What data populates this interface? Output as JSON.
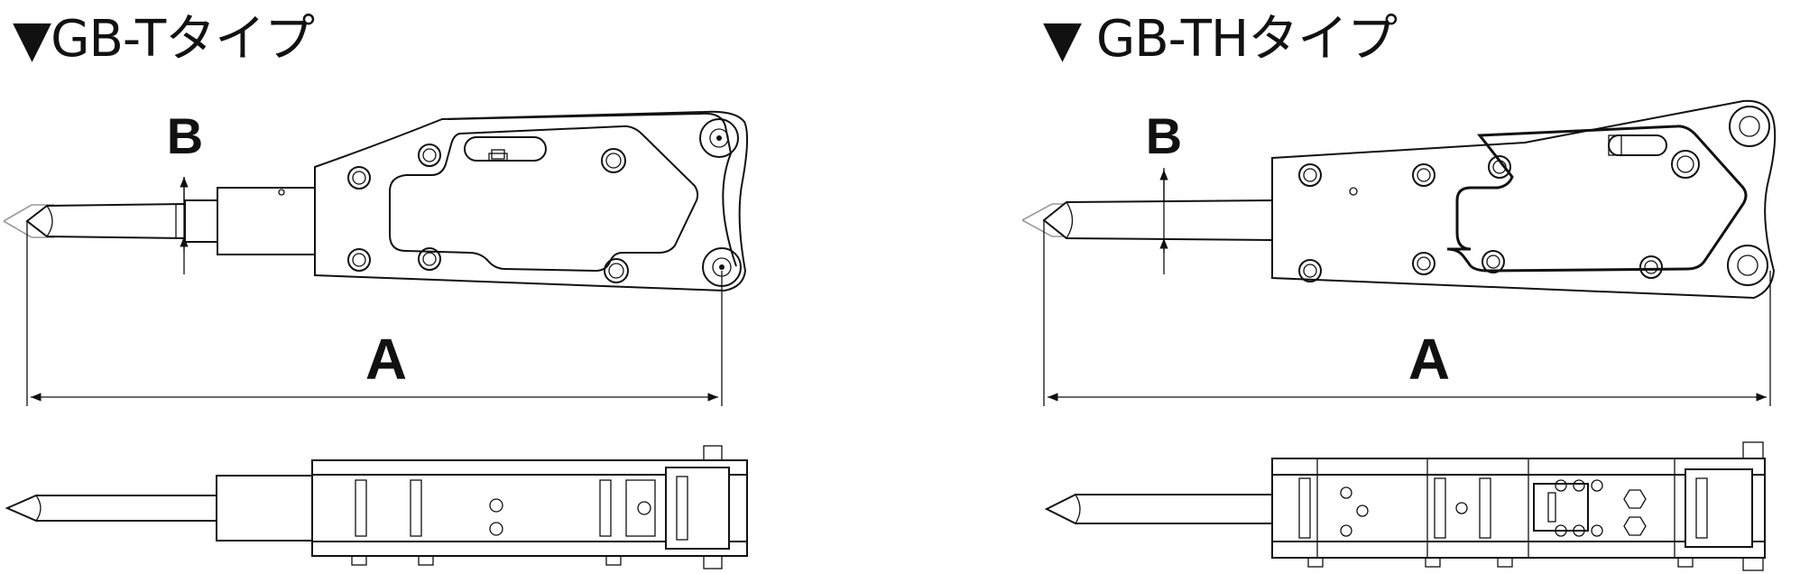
{
  "titles": {
    "left": "▼GB-Tタイプ",
    "right": "▼ GB-THタイプ"
  },
  "dimension_labels": {
    "a": "A",
    "b": "B"
  }
}
